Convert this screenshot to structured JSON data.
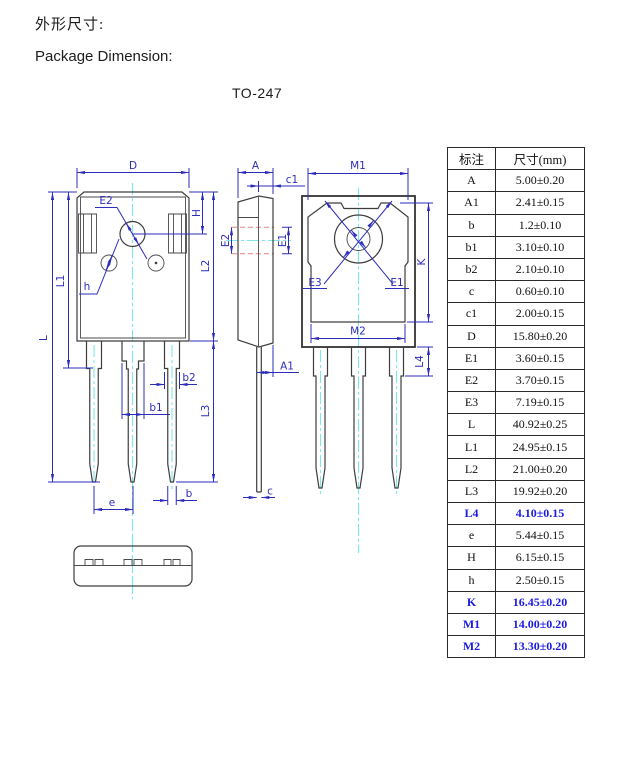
{
  "page": {
    "title_cn": "外形尺寸:",
    "title_en": "Package Dimension:",
    "package": "TO-247"
  },
  "front_view": {
    "labels": {
      "D": "D",
      "L": "L",
      "L1": "L1",
      "L2": "L2",
      "L3": "L3",
      "H": "H",
      "E2": "E2",
      "h": "h",
      "b1": "b1",
      "b2": "b2",
      "b": "b",
      "e": "e"
    }
  },
  "side_view": {
    "labels": {
      "A": "A",
      "c1": "c1",
      "E2": "E2",
      "E1": "E1",
      "A1": "A1",
      "c": "c"
    }
  },
  "back_view": {
    "labels": {
      "M1": "M1",
      "M2": "M2",
      "K": "K",
      "L4": "L4",
      "E3": "E3",
      "E1": "E1"
    }
  },
  "table": {
    "headers": [
      "标注",
      "尺寸(mm)"
    ],
    "rows": [
      {
        "label": "A",
        "value": "5.00±0.20",
        "highlight": false
      },
      {
        "label": "A1",
        "value": "2.41±0.15",
        "highlight": false
      },
      {
        "label": "b",
        "value": "1.2±0.10",
        "highlight": false
      },
      {
        "label": "b1",
        "value": "3.10±0.10",
        "highlight": false
      },
      {
        "label": "b2",
        "value": "2.10±0.10",
        "highlight": false
      },
      {
        "label": "c",
        "value": "0.60±0.10",
        "highlight": false
      },
      {
        "label": "c1",
        "value": "2.00±0.15",
        "highlight": false
      },
      {
        "label": "D",
        "value": "15.80±0.20",
        "highlight": false
      },
      {
        "label": "E1",
        "value": "3.60±0.15",
        "highlight": false
      },
      {
        "label": "E2",
        "value": "3.70±0.15",
        "highlight": false
      },
      {
        "label": "E3",
        "value": "7.19±0.15",
        "highlight": false
      },
      {
        "label": "L",
        "value": "40.92±0.25",
        "highlight": false
      },
      {
        "label": "L1",
        "value": "24.95±0.15",
        "highlight": false
      },
      {
        "label": "L2",
        "value": "21.00±0.20",
        "highlight": false
      },
      {
        "label": "L3",
        "value": "19.92±0.20",
        "highlight": false
      },
      {
        "label": "L4",
        "value": "4.10±0.15",
        "highlight": true
      },
      {
        "label": "e",
        "value": "5.44±0.15",
        "highlight": false
      },
      {
        "label": "H",
        "value": "6.15±0.15",
        "highlight": false
      },
      {
        "label": "h",
        "value": "2.50±0.15",
        "highlight": false
      },
      {
        "label": "K",
        "value": "16.45±0.20",
        "highlight": true
      },
      {
        "label": "M1",
        "value": "14.00±0.20",
        "highlight": true
      },
      {
        "label": "M2",
        "value": "13.30±0.20",
        "highlight": true
      }
    ]
  },
  "colors": {
    "dimension_blue": "#2d2dbb",
    "table_highlight_blue": "#1a1ae0",
    "outline_gray": "#3d3d3d",
    "centerline_cyan": "#7de8e8",
    "hidden_line_red": "#e88080"
  }
}
